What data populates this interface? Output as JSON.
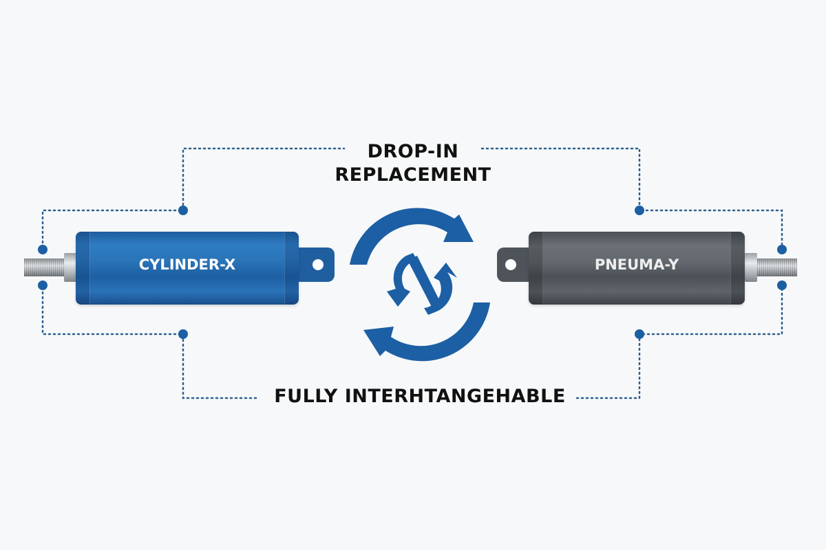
{
  "labels": {
    "top_line1": "DROP-IN",
    "top_line2": "REPLACEMENT",
    "bottom": "FULLY INTERHTANGEHABLE"
  },
  "components": {
    "left": {
      "name": "CYLINDER-X",
      "color": "#2a72b6"
    },
    "right": {
      "name": "PNEUMA-Y",
      "color": "#575d63"
    }
  },
  "center_icon": "swap-arrows-icon",
  "colors": {
    "accent": "#1c5fa4",
    "dotted_line": "#2a5f8f",
    "text": "#111111",
    "background": "#f7f8f9"
  }
}
